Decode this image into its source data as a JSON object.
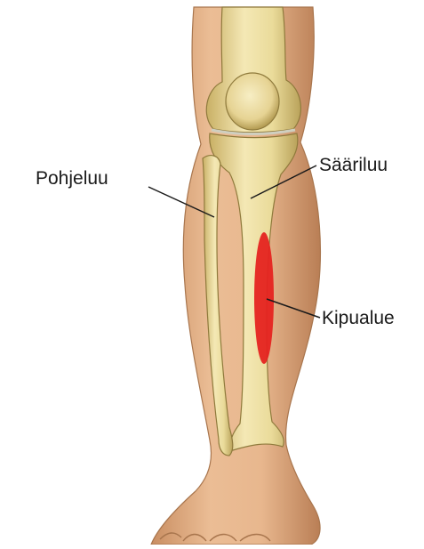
{
  "labels": {
    "fibula": "Pohjeluu",
    "tibia": "Sääriluu",
    "pain_area": "Kipualue"
  },
  "colors": {
    "skin": "#e8b78e",
    "skin_shadow": "#c98e62",
    "bone": "#efe1a2",
    "bone_shadow": "#b9a25a",
    "pain": "#e52320",
    "leader_line": "#1a1a1a"
  }
}
